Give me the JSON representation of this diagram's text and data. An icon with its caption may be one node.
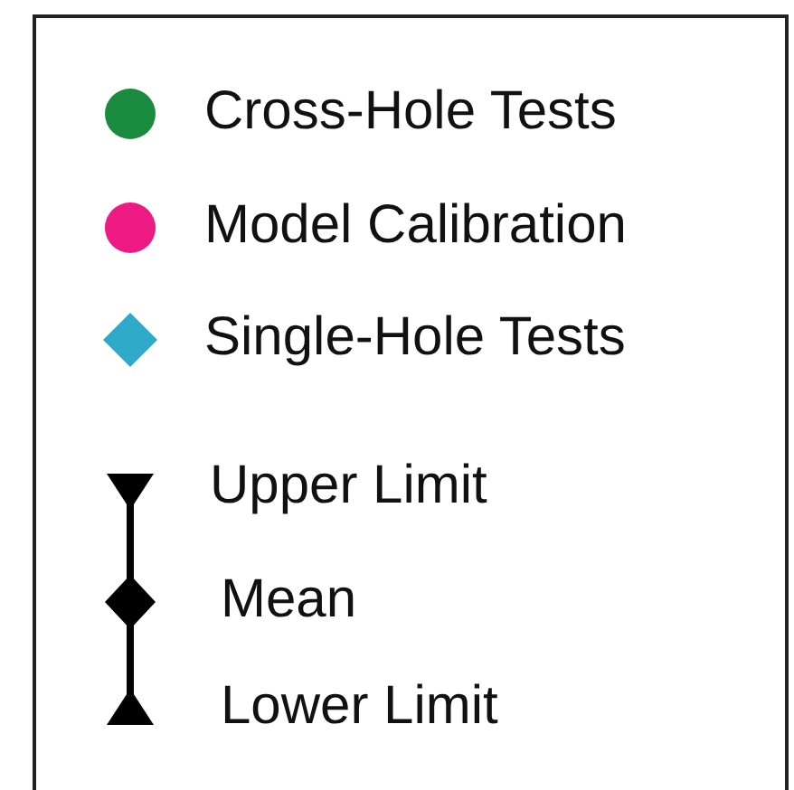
{
  "diagram": {
    "legend": [
      {
        "text": "Cross-Hole Tests",
        "color": "#1a8a3e"
      },
      {
        "text": "Model Calibration",
        "color": "#ec1a82"
      },
      {
        "text": "Single-Hole Tests",
        "color": "#2eaac8"
      },
      {
        "text": "Upper Limit"
      },
      {
        "text": "Mean"
      },
      {
        "text": "Lower Limit"
      }
    ]
  }
}
